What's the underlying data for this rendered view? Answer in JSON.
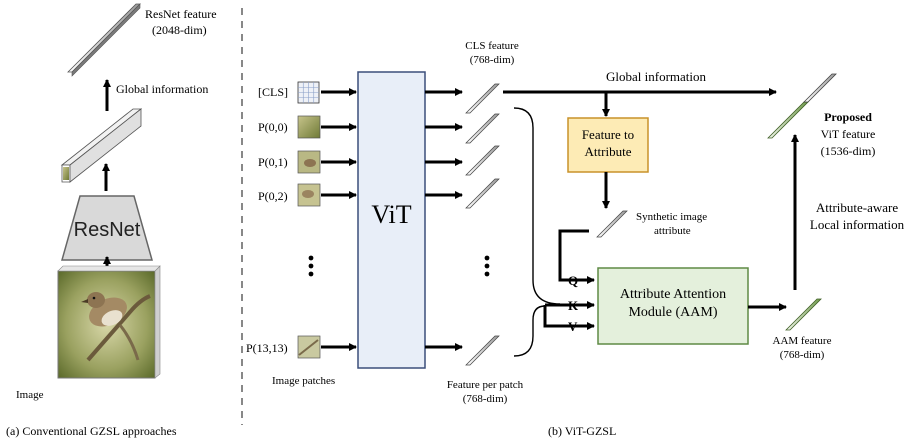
{
  "panel_a": {
    "resnet_feature": "ResNet feature",
    "resnet_dim": "(2048-dim)",
    "global_information": "Global information",
    "resnet_label": "ResNet",
    "image_label": "Image",
    "caption": "(a) Conventional GZSL approaches"
  },
  "panel_b": {
    "cls_token": "[CLS]",
    "patches": [
      "P(0,0)",
      "P(0,1)",
      "P(0,2)",
      "P(13,13)"
    ],
    "image_patches": "Image patches",
    "vit_label": "ViT",
    "cls_feature": "CLS feature",
    "cls_dim": "(768-dim)",
    "feature_per_patch": "Feature per patch",
    "patch_dim": "(768-dim)",
    "global_information": "Global information",
    "feature_to_attribute_line1": "Feature to",
    "feature_to_attribute_line2": "Attribute",
    "synthetic_line1": "Synthetic image",
    "synthetic_line2": "attribute",
    "q": "Q",
    "k": "K",
    "v": "V",
    "aam_line1": "Attribute Attention",
    "aam_line2": "Module (AAM)",
    "aam_feature": "AAM feature",
    "aam_dim": "(768-dim)",
    "proposed": "Proposed",
    "vit_feature": "ViT feature",
    "vit_dim": "(1536-dim)",
    "attribute_aware": "Attribute-aware",
    "local_information": "Local information",
    "caption": "(b) ViT-GZSL"
  },
  "colors": {
    "vit_fill": "#e8eef8",
    "vit_border": "#3b4f7a",
    "resnet_fill": "#d9d9d9",
    "fta_fill": "#fdebb5",
    "fta_border": "#c8922a",
    "aam_fill": "#e4f0dc",
    "aam_border": "#5f8a45"
  }
}
